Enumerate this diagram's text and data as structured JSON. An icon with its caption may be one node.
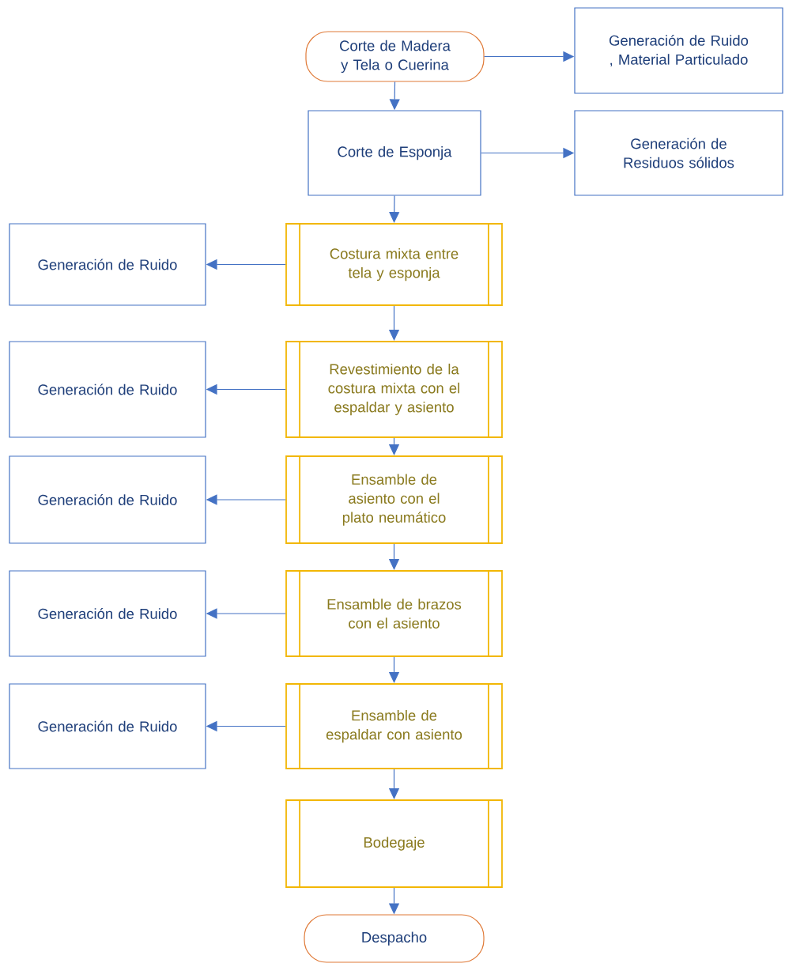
{
  "diagram": {
    "nodes": [
      {
        "text": [
          "Corte de Madera y Tela o Cuerina"
        ]
      },
      {
        "text": [
          "Generación de Ruido , Material Particulado"
        ]
      },
      {
        "text": [
          "Corte de Esponja"
        ]
      },
      {
        "text": [
          "Generación de Residuos sólidos"
        ]
      },
      {
        "text": [
          "Generación de Ruido"
        ]
      },
      {
        "text": [
          "Costura mixta entre tela y esponja"
        ]
      },
      {
        "text": [
          "Generación de Ruido"
        ]
      },
      {
        "text": [
          "Revestimiento de la costura mixta con el espaldar y asiento"
        ]
      },
      {
        "text": [
          "Generación de Ruido"
        ]
      },
      {
        "text": [
          "Ensamble de asiento con el plato neumático"
        ]
      },
      {
        "text": [
          "Generación de Ruido"
        ]
      },
      {
        "text": [
          "Ensamble de brazos con el asiento"
        ]
      },
      {
        "text": [
          "Generación de Ruido"
        ]
      },
      {
        "text": [
          "Ensamble de espaldar con asiento"
        ]
      },
      {
        "text": [
          "Bodegaje"
        ]
      },
      {
        "text": [
          "Despacho"
        ]
      }
    ],
    "edges": [
      {
        "from": 0,
        "to": 1,
        "arrow": "to"
      },
      {
        "from": 0,
        "to": 2,
        "arrow": "to"
      },
      {
        "from": 2,
        "to": 3,
        "arrow": "to"
      },
      {
        "from": 2,
        "to": 5,
        "arrow": "to"
      },
      {
        "from": 5,
        "to": 4,
        "arrow": "to"
      },
      {
        "from": 5,
        "to": 7,
        "arrow": "to"
      },
      {
        "from": 7,
        "to": 6,
        "arrow": "to"
      },
      {
        "from": 7,
        "to": 9,
        "arrow": "to"
      },
      {
        "from": 9,
        "to": 8,
        "arrow": "to"
      },
      {
        "from": 9,
        "to": 11,
        "arrow": "to"
      },
      {
        "from": 11,
        "to": 10,
        "arrow": "to"
      },
      {
        "from": 11,
        "to": 13,
        "arrow": "to"
      },
      {
        "from": 13,
        "to": 12,
        "arrow": "to"
      },
      {
        "from": 13,
        "to": 14,
        "arrow": "to"
      },
      {
        "from": 14,
        "to": 15,
        "arrow": "to"
      }
    ]
  }
}
